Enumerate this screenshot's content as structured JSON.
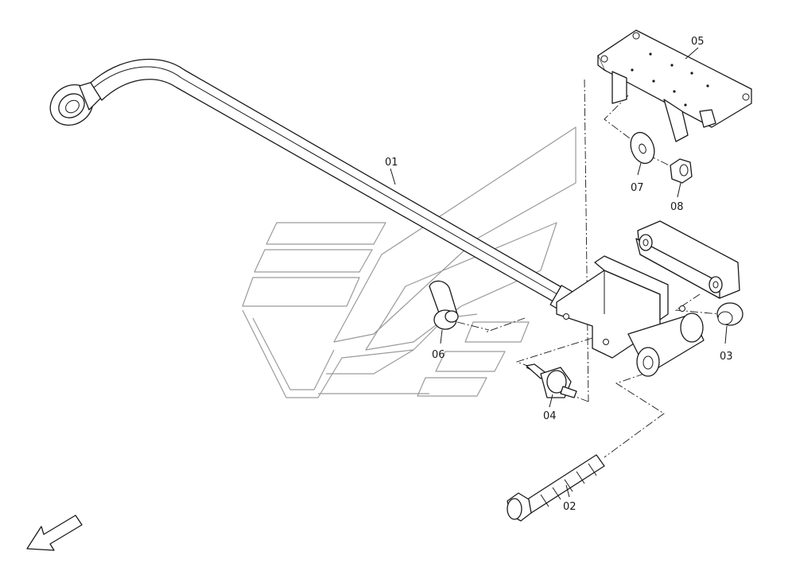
{
  "diagram": {
    "callouts": {
      "p01": "01",
      "p02": "02",
      "p03": "03",
      "p04": "04",
      "p05": "05",
      "p06": "06",
      "p07": "07",
      "p08": "08"
    },
    "direction_icon": "arrow-down-left-icon",
    "colors": {
      "line": "#1a1a1a",
      "watermark": "#9a9a9a",
      "background": "#ffffff"
    }
  }
}
